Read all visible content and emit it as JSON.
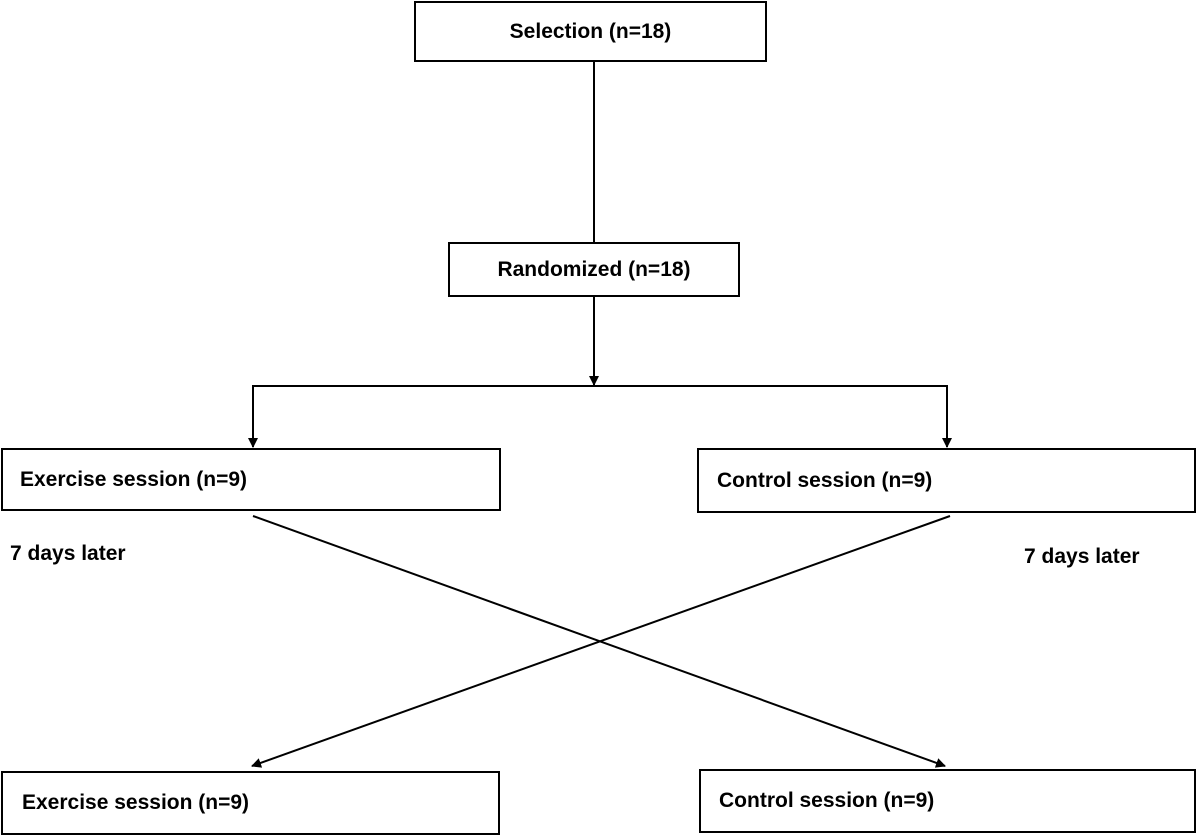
{
  "nodes": {
    "selection": "Selection (n=18)",
    "randomized": "Randomized (n=18)",
    "exercise_first": "Exercise session (n=9)",
    "control_first": "Control session (n=9)",
    "exercise_second": "Exercise session (n=9)",
    "control_second": "Control session (n=9)"
  },
  "notes": {
    "left_interval": "7 days later",
    "right_interval": "7 days later"
  }
}
